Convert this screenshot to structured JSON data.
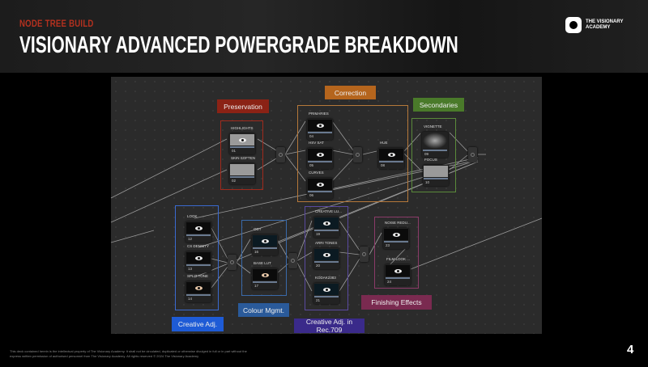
{
  "header": {
    "kicker": "NODE TREE BUILD",
    "title": "VISIONARY ADVANCED POWERGRADE BREAKDOWN",
    "logo": "THE VISIONARY ACADEMY"
  },
  "groups": {
    "preservation": {
      "label": "Preservation",
      "color": "#8b2215"
    },
    "correction": {
      "label": "Correction",
      "color": "#b5651d"
    },
    "secondaries": {
      "label": "Secondaries",
      "color": "#4a7a2a"
    },
    "creative_adj": {
      "label": "Creative Adj.",
      "color": "#1e5bd6"
    },
    "colour_mgmt": {
      "label": "Colour Mgmt.",
      "color": "#2a5a9a"
    },
    "rec709": {
      "label": "Creative Adj. in Rec.709",
      "color": "#3a2a8a"
    },
    "finishing": {
      "label": "Finishing Effects",
      "color": "#7a2a50"
    }
  },
  "nodes": {
    "highlights": {
      "label": "HIGHLIGHTS",
      "num": "01"
    },
    "skin_soften": {
      "label": "SKIN SOFTEN",
      "num": "02"
    },
    "primaries": {
      "label": "PRIMARIES",
      "num": "04"
    },
    "hsv_sat": {
      "label": "HSV SAT",
      "num": "05"
    },
    "curves": {
      "label": "CURVES",
      "num": "06"
    },
    "hue": {
      "label": "HUE",
      "num": "08"
    },
    "vignette": {
      "label": "VIGNETTE",
      "num": "09"
    },
    "focus": {
      "label": "FOCUS",
      "num": "10"
    },
    "look": {
      "label": "LOOK",
      "num": "12"
    },
    "cs_density": {
      "label": "CS DENSITY",
      "num": "13"
    },
    "split_tone": {
      "label": "SPLIT TONE",
      "num": "14"
    },
    "odt": {
      "label": "ODT",
      "num": "16"
    },
    "base_lut": {
      "label": "BASE LUT",
      "num": "17"
    },
    "creative_lut": {
      "label": "CREATIVE LU...",
      "num": "19"
    },
    "arri_tones": {
      "label": "ARRI TONES",
      "num": "20"
    },
    "kodak": {
      "label": "KODAK2383",
      "num": "21"
    },
    "noise_redu": {
      "label": "NOISE REDU...",
      "num": "23"
    },
    "film_look": {
      "label": "FILM LOOK ...",
      "num": "24"
    }
  },
  "footer": {
    "disclaimer": "This deck contained herein is the intellectual property of The Visionary Academy. It shall not be circulated, duplicated or otherwise divulged in full or in part without the express written permission of authorised personnel from The Visionary Academy. All rights reserved © 2024 The Visionary Academy",
    "page": "4"
  }
}
